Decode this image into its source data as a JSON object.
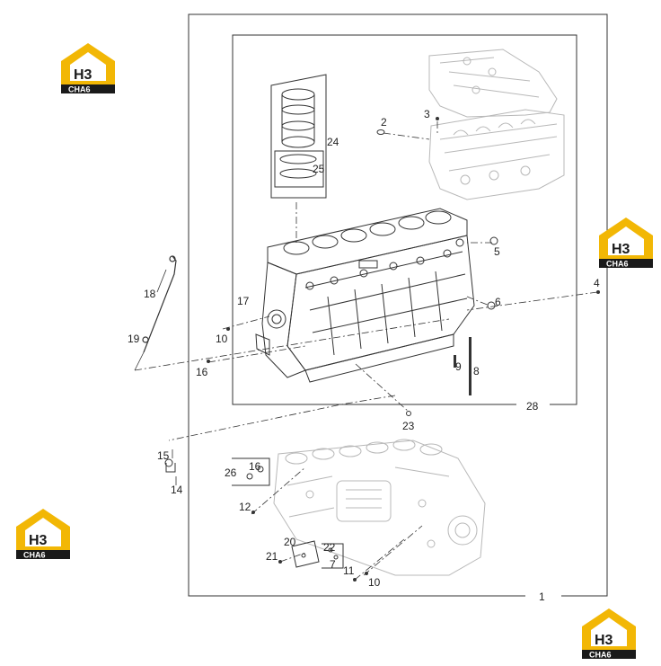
{
  "logo": {
    "mark": "H3",
    "brand": "CHA6"
  },
  "callouts": {
    "c1": "1",
    "c2": "2",
    "c3": "3",
    "c4": "4",
    "c5": "5",
    "c6": "6",
    "c7": "7",
    "c8": "8",
    "c9": "9",
    "c10a": "10",
    "c10b": "10",
    "c11": "11",
    "c12": "12",
    "c14": "14",
    "c15": "15",
    "c16a": "16",
    "c16b": "16",
    "c17": "17",
    "c18": "18",
    "c19": "19",
    "c20": "20",
    "c21": "21",
    "c22": "22",
    "c23": "23",
    "c24": "24",
    "c25": "25",
    "c26": "26",
    "c28": "28"
  },
  "colors": {
    "logo_yellow": "#f2b705",
    "logo_dark": "#1a1a1a",
    "line": "#333333",
    "ghost": "#b8b8b8"
  }
}
